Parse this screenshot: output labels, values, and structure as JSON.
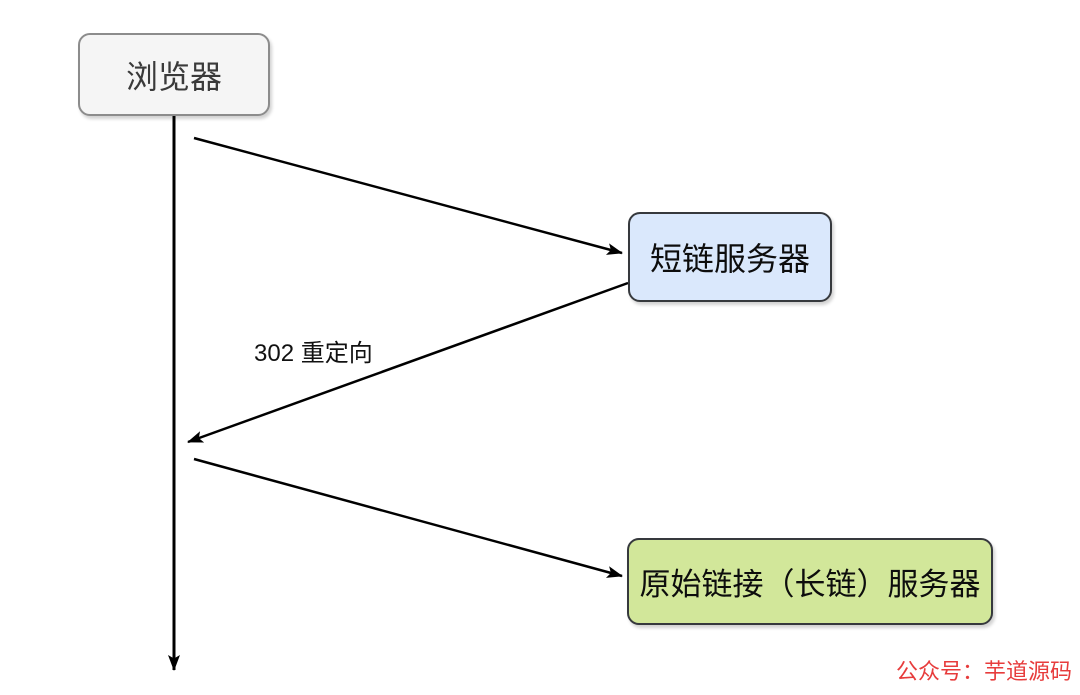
{
  "diagram": {
    "type": "flow-sequence",
    "background": "#ffffff",
    "nodes": {
      "browser": {
        "label": "浏览器",
        "fill": "#f5f5f5",
        "border_color": "#8c8c8c",
        "text_color": "#3a3a3a"
      },
      "short_server": {
        "label": "短链服务器",
        "fill": "#dae8fc",
        "border_color": "#36393d",
        "text_color": "#0d0d0d"
      },
      "origin_server": {
        "label": "原始链接（长链）服务器",
        "fill": "#d2e79a",
        "border_color": "#36393d",
        "text_color": "#0d0d0d"
      }
    },
    "edges": {
      "color": "#000000",
      "redirect_label": "302 重定向",
      "list": [
        {
          "from": "browser",
          "to": "short_server",
          "label": ""
        },
        {
          "from": "short_server",
          "to": "browser",
          "label": "302 重定向"
        },
        {
          "from": "browser",
          "to": "origin_server",
          "label": ""
        },
        {
          "from": "browser",
          "to": "lifeline-bottom",
          "label": ""
        }
      ]
    },
    "watermark": {
      "text": "公众号：芋道源码",
      "color": "#e73c3c"
    }
  }
}
